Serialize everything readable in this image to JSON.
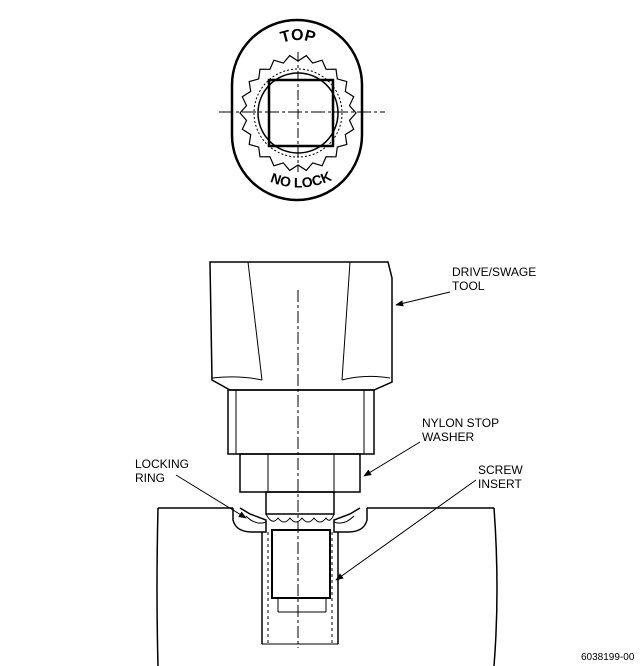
{
  "top_view": {
    "top_text": "TOP",
    "bottom_text": "NO LOCK"
  },
  "labels": {
    "drive_swage_tool": [
      "DRIVE/SWAGE",
      "TOOL"
    ],
    "nylon_stop_washer": [
      "NYLON STOP",
      "WASHER"
    ],
    "locking_ring": [
      "LOCKING",
      "RING"
    ],
    "screw_insert": [
      "SCREW",
      "INSERT"
    ]
  },
  "figure_id": "6038199-00"
}
